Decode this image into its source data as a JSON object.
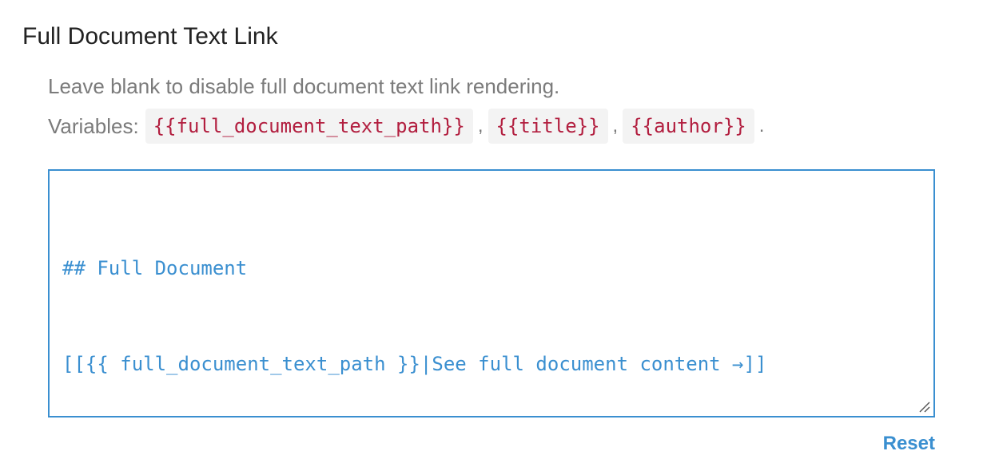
{
  "section": {
    "title": "Full Document Text Link",
    "help_text": "Leave blank to disable full document text link rendering.",
    "variables_label": "Variables:",
    "variables": [
      "{{full_document_text_path}}",
      "{{title}}",
      "{{author}}"
    ],
    "separator": ",",
    "terminator": "."
  },
  "editor": {
    "lines": [
      "## Full Document",
      "[[{{ full_document_text_path }}|See full document content →]]"
    ]
  },
  "actions": {
    "reset_label": "Reset"
  },
  "colors": {
    "accent": "#3a8fd0",
    "variable_text": "#b21e3f",
    "muted_text": "#7b7b7b"
  }
}
